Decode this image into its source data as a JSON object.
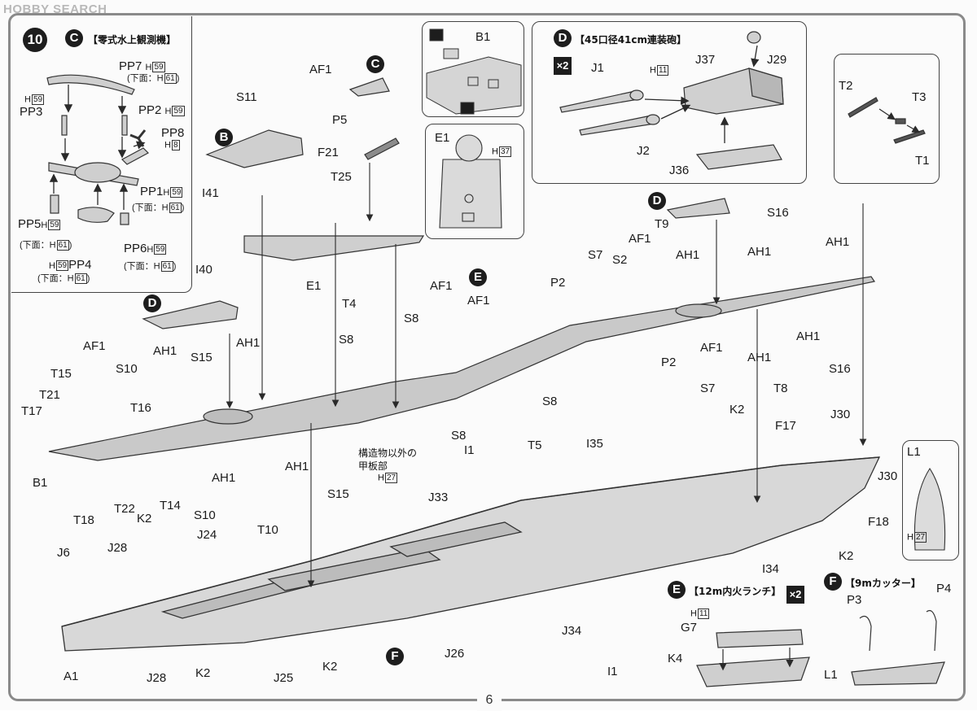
{
  "watermark": "HOBBY SEARCH",
  "page_number": "6",
  "step_number": "10",
  "boxes": {
    "seaplane_title": "【零式水上観測機】",
    "turret_title": "【45口径41cm連装砲】",
    "launch_title": "【12m内火ランチ】",
    "cutter_title": "【9mカッター】",
    "deck_note_line1": "構造物以外の",
    "deck_note_line2": "甲板部"
  },
  "markers": {
    "C": "C",
    "D": "D",
    "B": "B",
    "E": "E",
    "F": "F",
    "x2": "×2"
  },
  "colors": {
    "line": "#3a3a3a",
    "hull_fill": "#d8d8d8",
    "deck_fill": "#c9c9c9",
    "marker": "#1d1d1d",
    "frame": "#8a8a8a"
  },
  "labels": {
    "pp7": "PP7",
    "pp3": "PP3",
    "pp2": "PP2",
    "pp8": "PP8",
    "pp1": "PP1",
    "pp5": "PP5",
    "pp4": "PP4",
    "pp6": "PP6",
    "h59": "59",
    "h61": "61",
    "h8": "8",
    "h11": "11",
    "h37": "37",
    "h27": "27",
    "h_prefix": "H",
    "under_prefix": "(下面：",
    "under_suffix": ")",
    "af1": "AF1",
    "s11": "S11",
    "p5": "P5",
    "f21": "F21",
    "t25": "T25",
    "i41": "I41",
    "i40": "I40",
    "e1": "E1",
    "b1_top": "B1",
    "e1_top": "E1",
    "j1": "J1",
    "j2": "J2",
    "j29": "J29",
    "j37": "J37",
    "j36": "J36",
    "t1": "T1",
    "t2": "T2",
    "t3": "T3",
    "t4": "T4",
    "s8": "S8",
    "p2": "P2",
    "s7": "S7",
    "s2": "S2",
    "t9": "T9",
    "ah1": "AH1",
    "s16": "S16",
    "t15": "T15",
    "t21": "T21",
    "t17": "T17",
    "s10": "S10",
    "t16": "T16",
    "s15": "S15",
    "t18": "T18",
    "t22": "T22",
    "t14": "T14",
    "b1": "B1",
    "t5": "T5",
    "t8": "T8",
    "k2": "K2",
    "f17": "F17",
    "j30": "J30",
    "f18": "F18",
    "l1": "L1",
    "i35": "I35",
    "i1": "I1",
    "j33": "J33",
    "t10": "T10",
    "j24": "J24",
    "j28": "J28",
    "j6": "J6",
    "a1": "A1",
    "j25": "J25",
    "j26": "J26",
    "j34": "J34",
    "i34": "I34",
    "g7": "G7",
    "k4": "K4",
    "p3": "P3",
    "p4": "P4"
  }
}
